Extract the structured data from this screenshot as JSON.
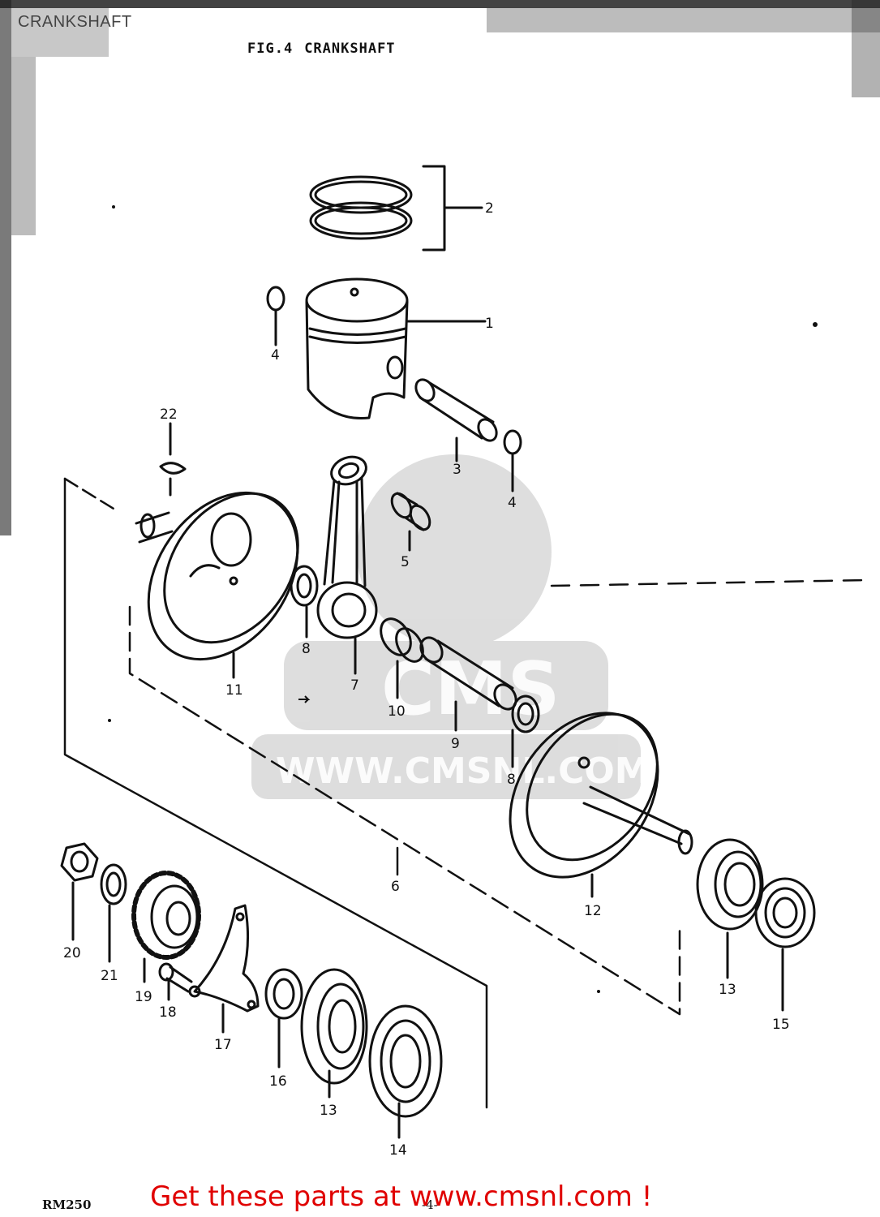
{
  "header": {
    "title": "CRANKSHAFT"
  },
  "figure": {
    "number": "FIG.4",
    "title": "CRANKSHAFT"
  },
  "watermark": {
    "brand": "CMS",
    "url": "WWW.CMSNL.COM"
  },
  "footer": {
    "model": "RM250",
    "page": "-4-",
    "cta": "Get these parts at www.cmsnl.com !",
    "cta_color": "#e00000"
  },
  "callouts": [
    {
      "id": "c1",
      "label": "1"
    },
    {
      "id": "c2",
      "label": "2"
    },
    {
      "id": "c3",
      "label": "3"
    },
    {
      "id": "c4a",
      "label": "4"
    },
    {
      "id": "c4b",
      "label": "4"
    },
    {
      "id": "c5",
      "label": "5"
    },
    {
      "id": "c6",
      "label": "6"
    },
    {
      "id": "c7",
      "label": "7"
    },
    {
      "id": "c8a",
      "label": "8"
    },
    {
      "id": "c8b",
      "label": "8"
    },
    {
      "id": "c9",
      "label": "9"
    },
    {
      "id": "c10",
      "label": "10"
    },
    {
      "id": "c11",
      "label": "11"
    },
    {
      "id": "c12",
      "label": "12"
    },
    {
      "id": "c13a",
      "label": "13"
    },
    {
      "id": "c13b",
      "label": "13"
    },
    {
      "id": "c14",
      "label": "14"
    },
    {
      "id": "c15",
      "label": "15"
    },
    {
      "id": "c16",
      "label": "16"
    },
    {
      "id": "c17",
      "label": "17"
    },
    {
      "id": "c18",
      "label": "18"
    },
    {
      "id": "c19",
      "label": "19"
    },
    {
      "id": "c20",
      "label": "20"
    },
    {
      "id": "c21",
      "label": "21"
    },
    {
      "id": "c22",
      "label": "22"
    }
  ]
}
